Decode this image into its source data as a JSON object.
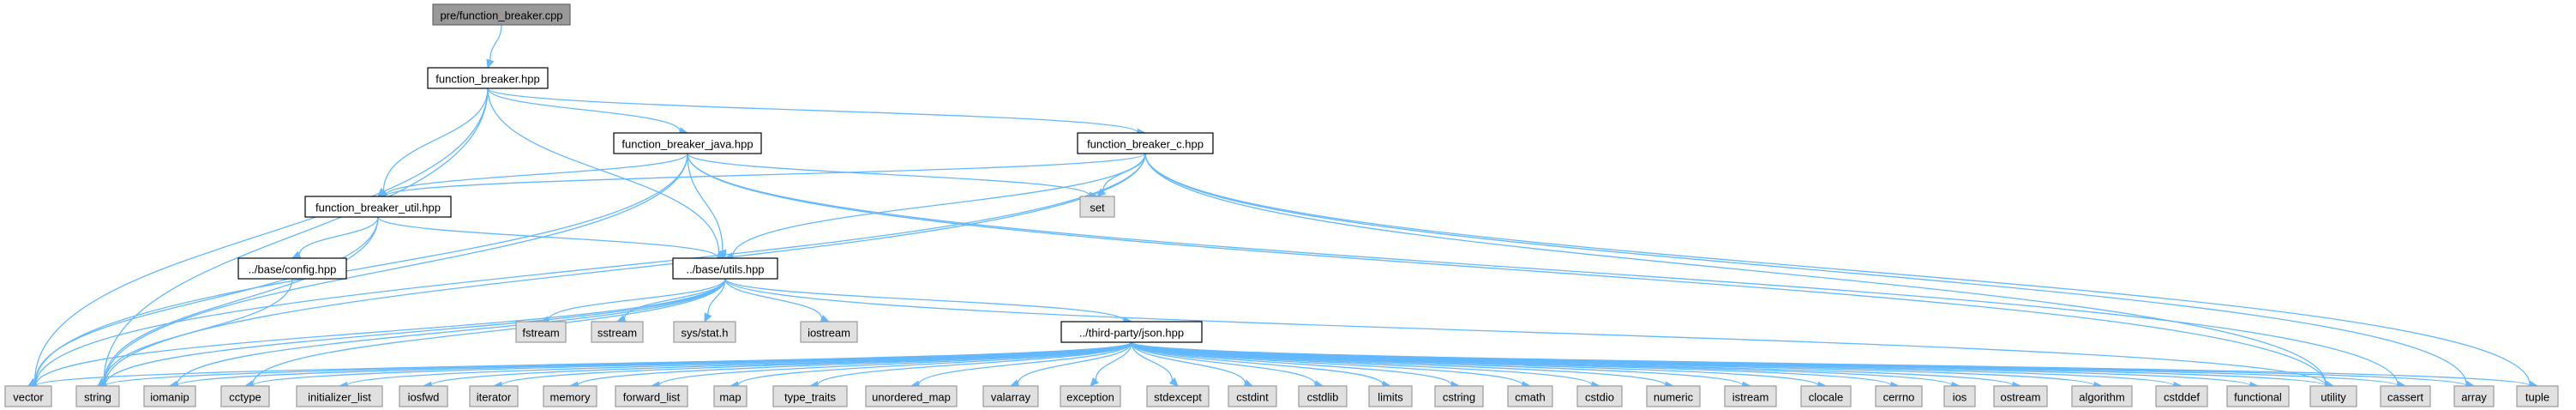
{
  "colors": {
    "edge": "#63b8ff",
    "root_fill": "#999999",
    "local_fill": "#ffffff",
    "system_fill": "#e0e0e0"
  },
  "nodes": {
    "root": "pre/function_breaker.cpp",
    "fb": "function_breaker.hpp",
    "fbjava": "function_breaker_java.hpp",
    "fbc": "function_breaker_c.hpp",
    "set": "set",
    "fbutil": "function_breaker_util.hpp",
    "config": "../base/config.hpp",
    "utils": "../base/utils.hpp",
    "fstream": "fstream",
    "sstream": "sstream",
    "sysstat": "sys/stat.h",
    "iostream": "iostream",
    "json": "../third-party/json.hpp",
    "vector": "vector",
    "string": "string",
    "iomanip": "iomanip",
    "cctype": "cctype",
    "initlist": "initializer_list",
    "iosfwd": "iosfwd",
    "iterator": "iterator",
    "memory": "memory",
    "fwdlist": "forward_list",
    "map": "map",
    "typetraits": "type_traits",
    "umap": "unordered_map",
    "valarray": "valarray",
    "exception": "exception",
    "stdexcept": "stdexcept",
    "cstdint": "cstdint",
    "cstdlib": "cstdlib",
    "limits": "limits",
    "cstring": "cstring",
    "cmath": "cmath",
    "cstdio": "cstdio",
    "numeric": "numeric",
    "istream": "istream",
    "clocale": "clocale",
    "cerrno": "cerrno",
    "ios": "ios",
    "ostream": "ostream",
    "algorithm": "algorithm",
    "cstddef": "cstddef",
    "functional": "functional",
    "utility": "utility",
    "cassert": "cassert",
    "array": "array",
    "tuple": "tuple"
  },
  "edges": [
    [
      "root",
      "fb"
    ],
    [
      "fb",
      "fbjava"
    ],
    [
      "fb",
      "fbc"
    ],
    [
      "fb",
      "fbutil"
    ],
    [
      "fb",
      "utils"
    ],
    [
      "fb",
      "vector"
    ],
    [
      "fb",
      "string"
    ],
    [
      "fbjava",
      "set"
    ],
    [
      "fbjava",
      "fbutil"
    ],
    [
      "fbjava",
      "utils"
    ],
    [
      "fbjava",
      "vector"
    ],
    [
      "fbjava",
      "string"
    ],
    [
      "fbjava",
      "utility"
    ],
    [
      "fbjava",
      "cassert"
    ],
    [
      "fbc",
      "set"
    ],
    [
      "fbc",
      "fbutil"
    ],
    [
      "fbc",
      "utils"
    ],
    [
      "fbc",
      "vector"
    ],
    [
      "fbc",
      "string"
    ],
    [
      "fbc",
      "utility"
    ],
    [
      "fbc",
      "array"
    ],
    [
      "fbc",
      "tuple"
    ],
    [
      "fbutil",
      "config"
    ],
    [
      "fbutil",
      "utils"
    ],
    [
      "fbutil",
      "vector"
    ],
    [
      "fbutil",
      "string"
    ],
    [
      "config",
      "string"
    ],
    [
      "utils",
      "fstream"
    ],
    [
      "utils",
      "sstream"
    ],
    [
      "utils",
      "sysstat"
    ],
    [
      "utils",
      "iostream"
    ],
    [
      "utils",
      "json"
    ],
    [
      "utils",
      "vector"
    ],
    [
      "utils",
      "string"
    ],
    [
      "utils",
      "iomanip"
    ],
    [
      "utils",
      "cctype"
    ],
    [
      "utils",
      "utility"
    ],
    [
      "json",
      "vector"
    ],
    [
      "json",
      "string"
    ],
    [
      "json",
      "iomanip"
    ],
    [
      "json",
      "cctype"
    ],
    [
      "json",
      "initlist"
    ],
    [
      "json",
      "iosfwd"
    ],
    [
      "json",
      "iterator"
    ],
    [
      "json",
      "memory"
    ],
    [
      "json",
      "fwdlist"
    ],
    [
      "json",
      "map"
    ],
    [
      "json",
      "typetraits"
    ],
    [
      "json",
      "umap"
    ],
    [
      "json",
      "valarray"
    ],
    [
      "json",
      "exception"
    ],
    [
      "json",
      "stdexcept"
    ],
    [
      "json",
      "cstdint"
    ],
    [
      "json",
      "cstdlib"
    ],
    [
      "json",
      "limits"
    ],
    [
      "json",
      "cstring"
    ],
    [
      "json",
      "cmath"
    ],
    [
      "json",
      "cstdio"
    ],
    [
      "json",
      "numeric"
    ],
    [
      "json",
      "istream"
    ],
    [
      "json",
      "clocale"
    ],
    [
      "json",
      "cerrno"
    ],
    [
      "json",
      "ios"
    ],
    [
      "json",
      "ostream"
    ],
    [
      "json",
      "algorithm"
    ],
    [
      "json",
      "cstddef"
    ],
    [
      "json",
      "functional"
    ],
    [
      "json",
      "utility"
    ],
    [
      "json",
      "cassert"
    ],
    [
      "json",
      "array"
    ],
    [
      "json",
      "tuple"
    ]
  ]
}
